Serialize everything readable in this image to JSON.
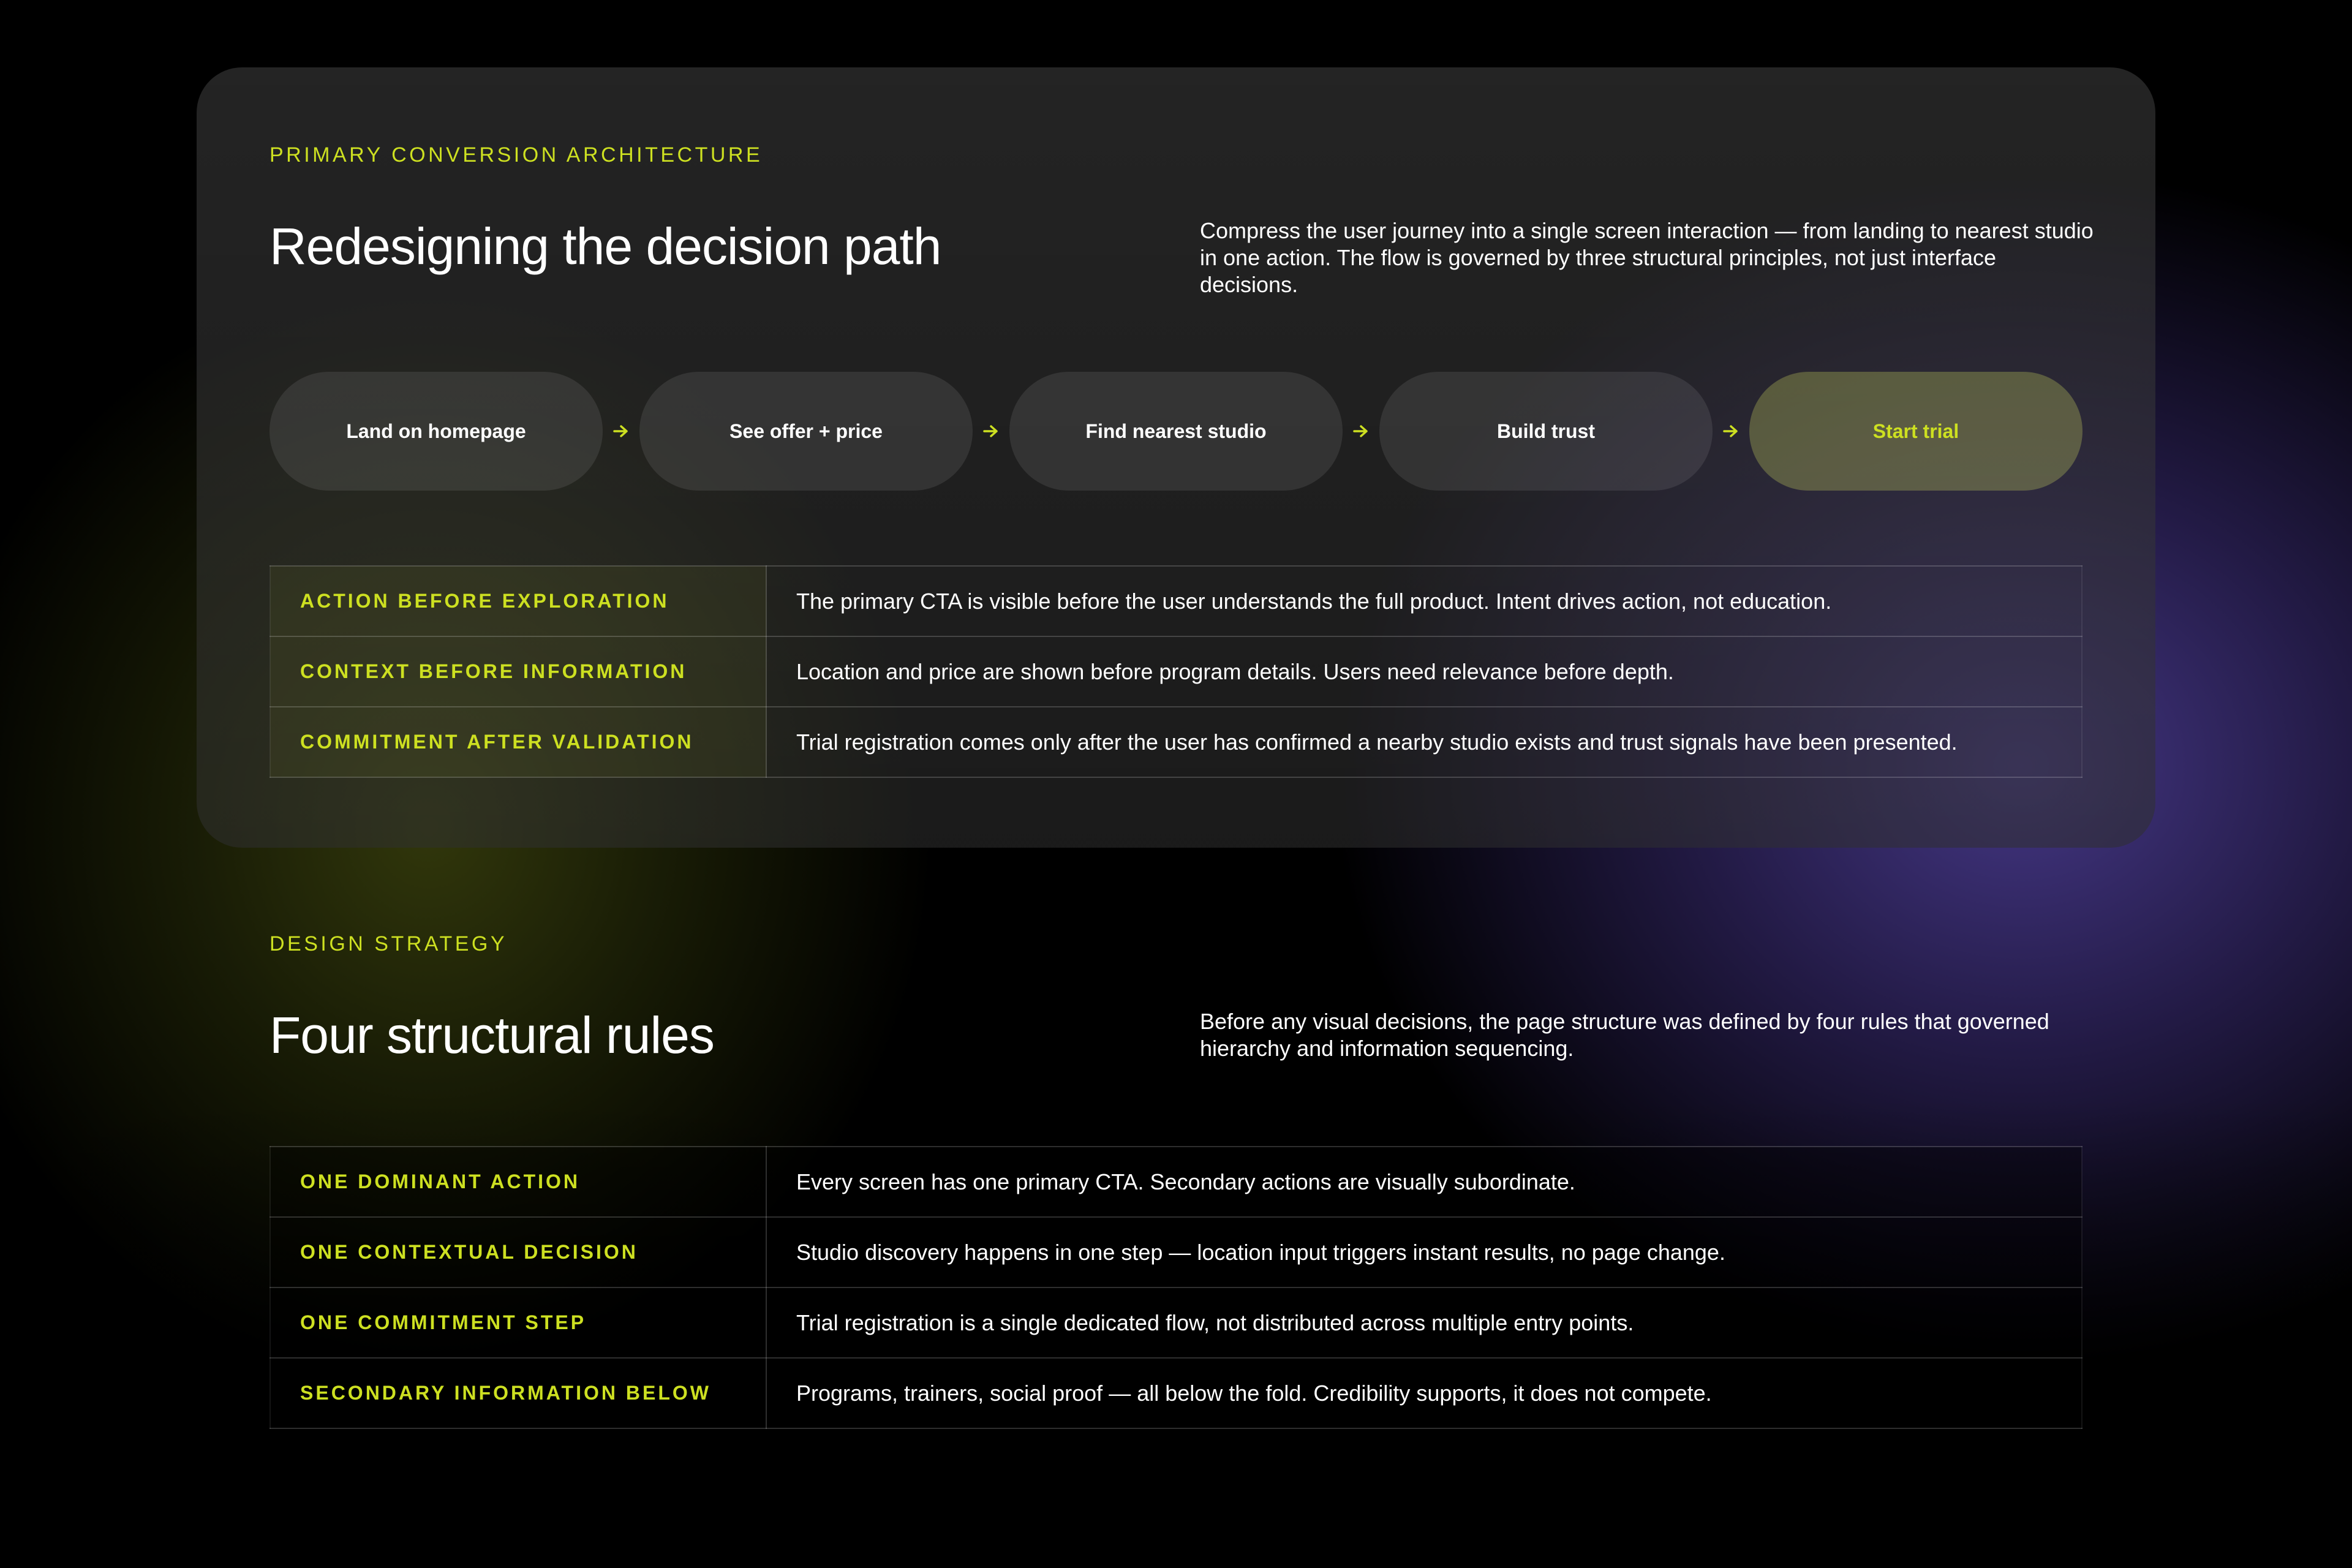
{
  "colors": {
    "accent": "#cde021",
    "text": "#ffffff",
    "background": "#000000",
    "glow_olive": "#343a0c",
    "glow_purple": "#483a8c"
  },
  "section_architecture": {
    "eyebrow": "PRIMARY CONVERSION ARCHITECTURE",
    "title": "Redesigning the decision path",
    "description": "Compress the user journey into a single screen interaction — from landing to nearest studio in one action. The flow is governed by three structural principles, not just interface decisions.",
    "flow_steps": [
      {
        "label": "Land on homepage"
      },
      {
        "label": "See offer + price"
      },
      {
        "label": "Find nearest studio"
      },
      {
        "label": "Build trust"
      },
      {
        "label": "Start trial",
        "highlight": true
      }
    ],
    "arrow_icon": "arrow-right-icon",
    "principles": [
      {
        "name": "ACTION BEFORE EXPLORATION",
        "description": "The primary CTA is visible before the user understands the full product. Intent drives action, not education."
      },
      {
        "name": "CONTEXT BEFORE INFORMATION",
        "description": "Location and price are shown before program details. Users need relevance before depth."
      },
      {
        "name": "COMMITMENT AFTER VALIDATION",
        "description": "Trial registration comes only after the user has confirmed a nearby studio exists and trust signals have been presented."
      }
    ]
  },
  "section_strategy": {
    "eyebrow": "DESIGN STRATEGY",
    "title": "Four structural rules",
    "description": "Before any visual decisions, the page structure was defined by four rules that governed hierarchy and information sequencing.",
    "rules": [
      {
        "name": "ONE DOMINANT ACTION",
        "description": "Every screen has one primary CTA. Secondary actions are visually subordinate."
      },
      {
        "name": "ONE CONTEXTUAL DECISION",
        "description": "Studio discovery happens in one step — location input triggers instant results, no page change."
      },
      {
        "name": "ONE COMMITMENT STEP",
        "description": "Trial registration is a single dedicated flow, not distributed across multiple entry points."
      },
      {
        "name": "SECONDARY INFORMATION BELOW",
        "description": "Programs, trainers, social proof — all below the fold. Credibility supports, it does not compete."
      }
    ]
  }
}
